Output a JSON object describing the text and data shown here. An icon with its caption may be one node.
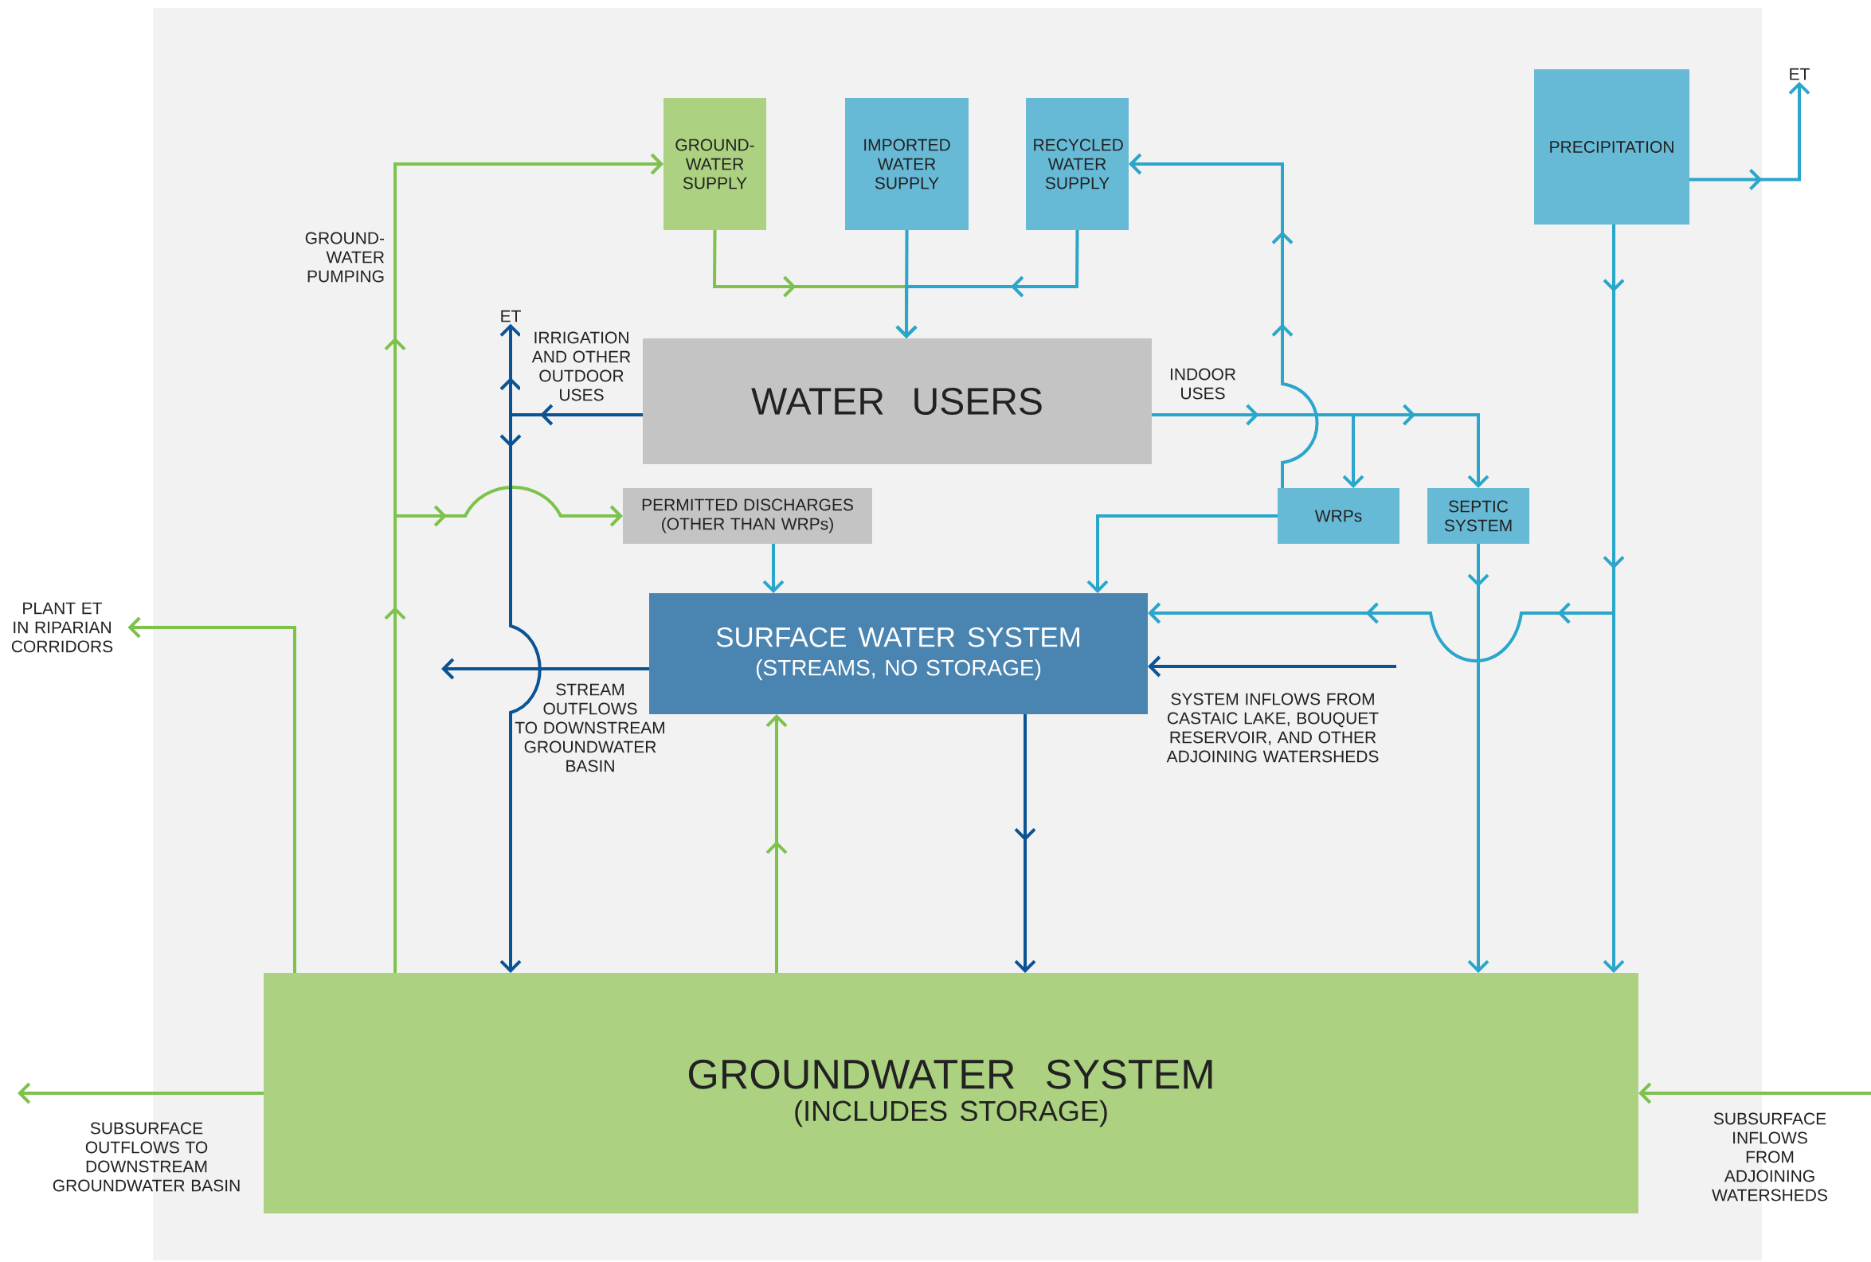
{
  "diagram": {
    "nodes": [
      {
        "text": [
          "GROUND-WATER SUPPLY"
        ]
      },
      {
        "text": [
          "IMPORTED WATER SUPPLY"
        ]
      },
      {
        "text": [
          "RECYCLED WATER SUPPLY"
        ]
      },
      {
        "text": [
          "PRECIPITATION"
        ]
      },
      {
        "text": [
          "WATER USERS"
        ]
      },
      {
        "text": [
          "PERMITTED DISCHARGES (OTHER THAN WRPs)"
        ]
      },
      {
        "text": [
          "WRPs"
        ]
      },
      {
        "text": [
          "SEPTIC SYSTEM"
        ]
      },
      {
        "text": [
          "SURFACE WATER SYSTEM",
          "(STREAMS, NO STORAGE)"
        ]
      },
      {
        "text": [
          "GROUNDWATER SYSTEM",
          "(INCLUDES STORAGE)"
        ]
      },
      {
        "text": [
          "ET"
        ]
      },
      {
        "text": [
          "ET"
        ]
      },
      {
        "text": [
          "PLANT ET IN RIPARIAN CORRIDORS"
        ]
      }
    ],
    "edges": [
      {
        "from": 9,
        "to": 0,
        "arrow": "to",
        "label": "GROUND-WATER PUMPING",
        "color": "#7dc24b"
      },
      {
        "from": 9,
        "to": 5,
        "arrow": "to",
        "color": "#7dc24b"
      },
      {
        "from": 0,
        "to": 4,
        "arrow": "to",
        "color": "#7dc24b"
      },
      {
        "from": 1,
        "to": 4,
        "arrow": "to"
      },
      {
        "from": 2,
        "to": 4,
        "arrow": "to"
      },
      {
        "from": 6,
        "to": 2,
        "arrow": "to"
      },
      {
        "from": 4,
        "to": 6,
        "arrow": "to",
        "label": "INDOOR USES"
      },
      {
        "from": 4,
        "to": 7,
        "arrow": "to"
      },
      {
        "from": 4,
        "to": 11,
        "arrow": "to",
        "label": "IRRIGATION AND OTHER OUTDOOR USES",
        "color": "#0b5394"
      },
      {
        "from": 4,
        "to": 9,
        "arrow": "to",
        "color": "#0b5394"
      },
      {
        "from": 5,
        "to": 8,
        "arrow": "to"
      },
      {
        "from": 6,
        "to": 8,
        "arrow": "to"
      },
      {
        "from": 7,
        "to": 9,
        "arrow": "to"
      },
      {
        "from": 3,
        "to": 10,
        "arrow": "to"
      },
      {
        "from": 3,
        "to": 9,
        "arrow": "to"
      },
      {
        "from": 3,
        "to": 8,
        "arrow": "to"
      },
      {
        "from": null,
        "to": 8,
        "arrow": "to",
        "color": "#0b5394"
      },
      {
        "from": 8,
        "to": null,
        "arrow": "to",
        "color": "#0b5394"
      },
      {
        "from": 9,
        "to": 8,
        "arrow": "to",
        "color": "#7dc24b"
      },
      {
        "from": 8,
        "to": 9,
        "arrow": "to",
        "color": "#0b5394"
      },
      {
        "from": 9,
        "to": 12,
        "arrow": "to",
        "color": "#7dc24b"
      },
      {
        "from": 9,
        "to": null,
        "arrow": "to",
        "color": "#7dc24b"
      },
      {
        "from": null,
        "to": 9,
        "arrow": "to",
        "color": "#7dc24b"
      }
    ],
    "labels": [
      "STREAM OUTFLOWS TO DOWNSTREAM GROUNDWATER BASIN",
      "SYSTEM INFLOWS FROM CASTAIC LAKE, BOUQUET RESERVOIR, AND OTHER ADJOINING WATERSHEDS",
      "SUBSURFACE OUTFLOWS TO DOWNSTREAM GROUNDWATER BASIN",
      "SUBSURFACE INFLOWS FROM ADJOINING WATERSHEDS"
    ]
  }
}
